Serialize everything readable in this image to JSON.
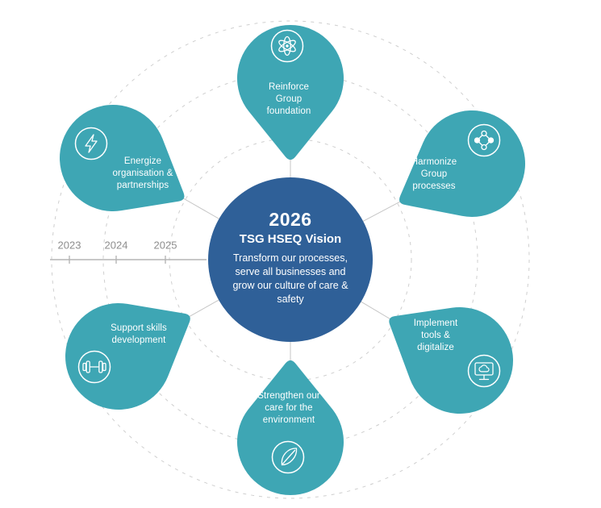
{
  "colors": {
    "teal": "#3EA6B4",
    "blue": "#2F6098",
    "dash": "#CFCFCF",
    "spoke": "#C6C6C6",
    "timeline": "#8E8E8E",
    "bg": "#FFFFFF"
  },
  "center": {
    "year": "2026",
    "title": "TSG HSEQ Vision",
    "description": "Transform our processes,\nserve all businesses and\ngrow our culture of care &\nsafety"
  },
  "timeline": {
    "years": [
      "2023",
      "2024",
      "2025"
    ]
  },
  "petals": [
    {
      "id": "reinforce",
      "label": "Reinforce\nGroup\nfoundation",
      "icon": "atom-icon"
    },
    {
      "id": "harmonize",
      "label": "Harmonize\nGroup\nprocesses",
      "icon": "molecule-icon"
    },
    {
      "id": "implement",
      "label": "Implement\ntools &\ndigitalize",
      "icon": "monitor-cloud-icon"
    },
    {
      "id": "environment",
      "label": "Strengthen our\ncare for the\nenvironment",
      "icon": "leaf-icon"
    },
    {
      "id": "skills",
      "label": "Support skills\ndevelopment",
      "icon": "dumbbell-icon"
    },
    {
      "id": "energize",
      "label": "Energize\norganisation &\npartnerships",
      "icon": "lightning-icon"
    }
  ]
}
